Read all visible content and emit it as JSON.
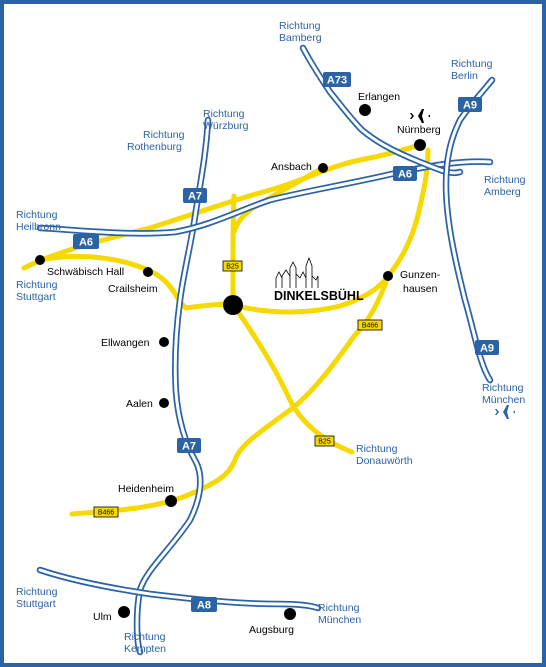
{
  "map": {
    "main_city": "DINKELSBÜHL",
    "cities": [
      {
        "id": "erlangen",
        "name": "Erlangen"
      },
      {
        "id": "nuernberg",
        "name": "Nürnberg"
      },
      {
        "id": "ansbach",
        "name": "Ansbach"
      },
      {
        "id": "schwaebisch-hall",
        "name": "Schwäbisch Hall"
      },
      {
        "id": "crailsheim",
        "name": "Crailsheim"
      },
      {
        "id": "gunzenhausen",
        "name": "Gunzen-",
        "name2": "hausen"
      },
      {
        "id": "ellwangen",
        "name": "Ellwangen"
      },
      {
        "id": "aalen",
        "name": "Aalen"
      },
      {
        "id": "heidenheim",
        "name": "Heidenheim"
      },
      {
        "id": "ulm",
        "name": "Ulm"
      },
      {
        "id": "augsburg",
        "name": "Augsburg"
      }
    ],
    "directions": {
      "bamberg": [
        "Richtung",
        "Bamberg"
      ],
      "berlin": [
        "Richtung",
        "Berlin"
      ],
      "wuerzburg": [
        "Richtung",
        "Würzburg"
      ],
      "rothenburg": [
        "Richtung",
        "Rothenburg"
      ],
      "amberg": [
        "Richtung",
        "Amberg"
      ],
      "heilbronn": [
        "Richtung",
        "Heilbronn"
      ],
      "stuttgart_west": [
        "Richtung",
        "Stuttgart"
      ],
      "muenchen_east": [
        "Richtung",
        "München"
      ],
      "donauwoerth": [
        "Richtung",
        "Donauwörth"
      ],
      "stuttgart_south": [
        "Richtung",
        "Stuttgart"
      ],
      "kempten": [
        "Richtung",
        "Kempten"
      ],
      "muenchen_south": [
        "Richtung",
        "München"
      ]
    },
    "highway_shields": {
      "a73": "A73",
      "a9_north": "A9",
      "a6_east": "A6",
      "a7_north": "A7",
      "a6_west": "A6",
      "a9_south": "A9",
      "a7_south": "A7",
      "a8": "A8"
    },
    "road_signs": {
      "b25_north": "B25",
      "b466_east": "B466",
      "b25_south": "B25",
      "b466_west": "B466"
    },
    "icons": {
      "airport_nuernberg": "airplane-icon",
      "airport_muenchen": "airplane-icon",
      "landmark": "town-skyline-icon"
    },
    "colors": {
      "motorway": "#2c63a5",
      "federal_road": "#f5d900",
      "labels_direction": "#2c63a5",
      "city_dot": "#000000"
    }
  }
}
